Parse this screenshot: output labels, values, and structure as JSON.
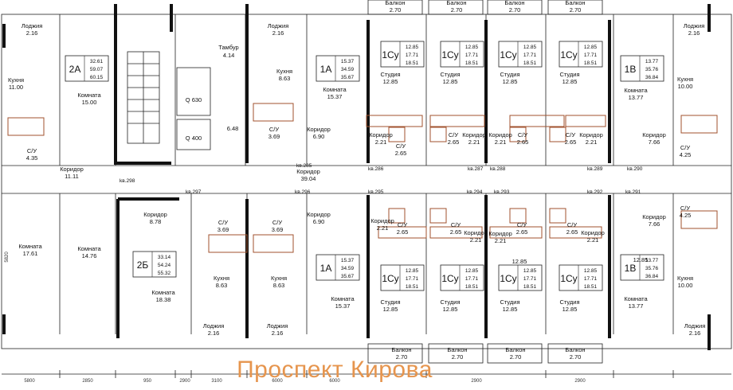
{
  "street_title": "Проспект Кирова",
  "stair_labels": {
    "tambur": "Тамбур",
    "tambur_area": "4.14",
    "elev1": "Q 630",
    "elev2": "Q 400",
    "shaft_area": "6.48"
  },
  "apt_boxes": [
    {
      "code": "2А",
      "a": "32.61",
      "b": "59.07",
      "c": "60.15"
    },
    {
      "code": "1А",
      "a": "15.37",
      "b": "34.59",
      "c": "35.67"
    },
    {
      "code": "1Су",
      "a": "12.85",
      "b": "17.71",
      "c": "18.51"
    },
    {
      "code": "1Су",
      "a": "12.85",
      "b": "17.71",
      "c": "18.51"
    },
    {
      "code": "1Су",
      "a": "12.85",
      "b": "17.71",
      "c": "18.51"
    },
    {
      "code": "1Су",
      "a": "12.85",
      "b": "17.71",
      "c": "18.51"
    },
    {
      "code": "1В",
      "a": "13.77",
      "b": "35.76",
      "c": "36.84"
    },
    {
      "code": "2Б",
      "a": "33.14",
      "b": "54.24",
      "c": "55.32"
    },
    {
      "code": "1А",
      "a": "15.37",
      "b": "34.59",
      "c": "35.67"
    },
    {
      "code": "1Су",
      "a": "12.85",
      "b": "17.71",
      "c": "18.51"
    },
    {
      "code": "1Су",
      "a": "12.85",
      "b": "17.71",
      "c": "18.51"
    },
    {
      "code": "1Су",
      "a": "12.85",
      "b": "17.71",
      "c": "18.51"
    },
    {
      "code": "1Су",
      "a": "12.85",
      "b": "17.71",
      "c": "18.51"
    },
    {
      "code": "1В",
      "a": "13.77",
      "b": "35.76",
      "c": "36.84"
    }
  ],
  "room_labels": [
    [
      "Лоджия",
      "2.16"
    ],
    [
      "Кухня",
      "11.00"
    ],
    [
      "Комната",
      "15.00"
    ],
    [
      "С/У",
      "4.35"
    ],
    [
      "Коридор",
      "11.11"
    ],
    [
      "Лоджия",
      "2.16"
    ],
    [
      "Кухня",
      "8.63"
    ],
    [
      "Комната",
      "15.37"
    ],
    [
      "С/У",
      "3.69"
    ],
    [
      "Коридор",
      "6.90"
    ],
    [
      "Балкон",
      "2.70"
    ],
    [
      "Балкон",
      "2.70"
    ],
    [
      "Балкон",
      "2.70"
    ],
    [
      "Балкон",
      "2.70"
    ],
    [
      "Студия",
      "12.85"
    ],
    [
      "Студия",
      "12.85"
    ],
    [
      "Студия",
      "12.85"
    ],
    [
      "Студия",
      "12.85"
    ],
    [
      "Коридор",
      "2.21"
    ],
    [
      "С/У",
      "2.65"
    ],
    [
      "С/У",
      "2.65"
    ],
    [
      "Коридор",
      "2.21"
    ],
    [
      "Коридор",
      "2.21"
    ],
    [
      "С/У",
      "2.65"
    ],
    [
      "С/У",
      "2.65"
    ],
    [
      "Коридор",
      "2.21"
    ],
    [
      "Лоджия",
      "2.16"
    ],
    [
      "Кухня",
      "10.00"
    ],
    [
      "Комната",
      "13.77"
    ],
    [
      "Коридор",
      "7.66"
    ],
    [
      "С/У",
      "4.25"
    ],
    [
      "Коридор",
      "39.04"
    ],
    [
      "Комната",
      "17.61"
    ],
    [
      "Комната",
      "14.76"
    ],
    [
      "Коридор",
      "8.78"
    ],
    [
      "Комната",
      "18.38"
    ],
    [
      "С/У",
      "3.69"
    ],
    [
      "С/У",
      "3.69"
    ],
    [
      "Кухня",
      "8.63"
    ],
    [
      "Кухня",
      "8.63"
    ],
    [
      "Лоджия",
      "2.16"
    ],
    [
      "Лоджия",
      "2.16"
    ],
    [
      "Коридор",
      "6.90"
    ],
    [
      "Комната",
      "15.37"
    ],
    [
      "Коридор",
      "2.21"
    ],
    [
      "С/У",
      "2.65"
    ],
    [
      "С/У",
      "2.65"
    ],
    [
      "Коридор",
      "2.21"
    ],
    [
      "Коридор",
      "2.21"
    ],
    [
      "С/У",
      "2.65"
    ],
    [
      "С/У",
      "2.65"
    ],
    [
      "Коридор",
      "2.21"
    ],
    [
      "Студия",
      "12.85"
    ],
    [
      "Студия",
      "12.85"
    ],
    [
      "Студия",
      "12.85"
    ],
    [
      "Студия",
      "12.85"
    ],
    [
      "Балкон",
      "2.70"
    ],
    [
      "Балкон",
      "2.70"
    ],
    [
      "Балкон",
      "2.70"
    ],
    [
      "Балкон",
      "2.70"
    ],
    [
      "Коридор",
      "7.66"
    ],
    [
      "С/У",
      "4.25"
    ],
    [
      "Комната",
      "13.77"
    ],
    [
      "Кухня",
      "10.00"
    ],
    [
      "Лоджия",
      "2.16"
    ]
  ],
  "plain_areas": [
    "12.85",
    "12.85"
  ],
  "apt_numbers": [
    "kв.298",
    "kв.297",
    "kв.296",
    "kв.295",
    "kв.294",
    "kв.293",
    "kв.292",
    "kв.291",
    "kв.286",
    "kв.287",
    "kв.288",
    "kв.289",
    "kв.290",
    "kв.285"
  ],
  "dimensions": [
    "5800",
    "2850",
    "950",
    "2900",
    "3100",
    "6000",
    "6000",
    "2900",
    "2900",
    "5820"
  ]
}
